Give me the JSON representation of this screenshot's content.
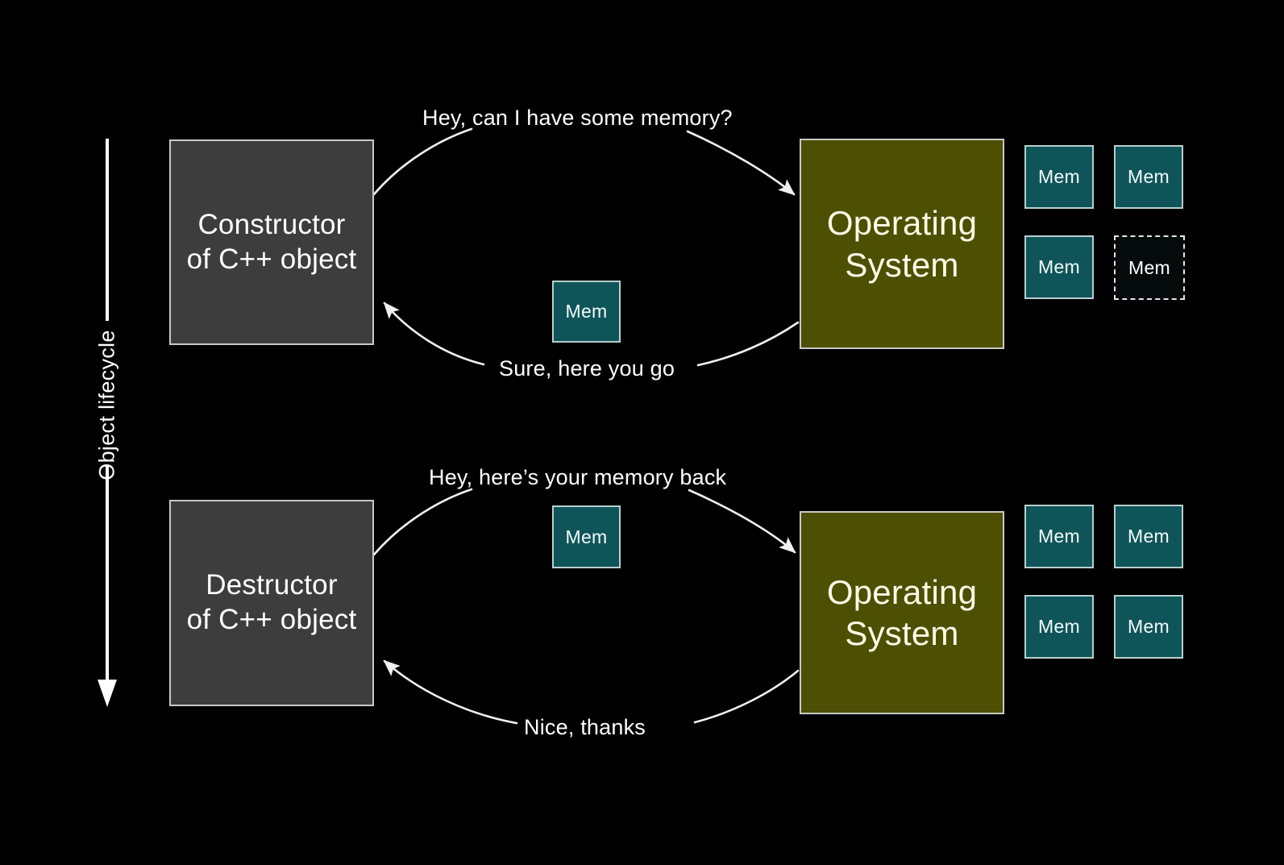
{
  "title": "Object lifecycle memory allocation diagram",
  "background_color": "#000000",
  "palette": {
    "object_box": "#3d3d3d",
    "os_box": "#4d4f03",
    "memory_block": "#0f5458",
    "memory_block_free": "#050b0b",
    "border": "#c9c9c4",
    "text": "#ffffff"
  },
  "axis": {
    "label": "Object lifecycle",
    "direction": "downward",
    "arrow_icon": "arrow-down-icon"
  },
  "phases": [
    {
      "id": "construction",
      "actor": {
        "line1": "Constructor",
        "line2": "of C++ object"
      },
      "provider": {
        "line1": "Operating",
        "line2": "System"
      },
      "request_message": "Hey, can I have some memory?",
      "response_message": "Sure, here you go",
      "transit_block": "Mem",
      "memory_pool": [
        {
          "label": "Mem",
          "state": "allocated"
        },
        {
          "label": "Mem",
          "state": "allocated"
        },
        {
          "label": "Mem",
          "state": "allocated"
        },
        {
          "label": "Mem",
          "state": "free"
        }
      ]
    },
    {
      "id": "destruction",
      "actor": {
        "line1": "Destructor",
        "line2": "of C++ object"
      },
      "provider": {
        "line1": "Operating",
        "line2": "System"
      },
      "request_message": "Hey, here’s your memory back",
      "response_message": "Nice, thanks",
      "transit_block": "Mem",
      "memory_pool": [
        {
          "label": "Mem",
          "state": "allocated"
        },
        {
          "label": "Mem",
          "state": "allocated"
        },
        {
          "label": "Mem",
          "state": "allocated"
        },
        {
          "label": "Mem",
          "state": "allocated"
        }
      ]
    }
  ]
}
